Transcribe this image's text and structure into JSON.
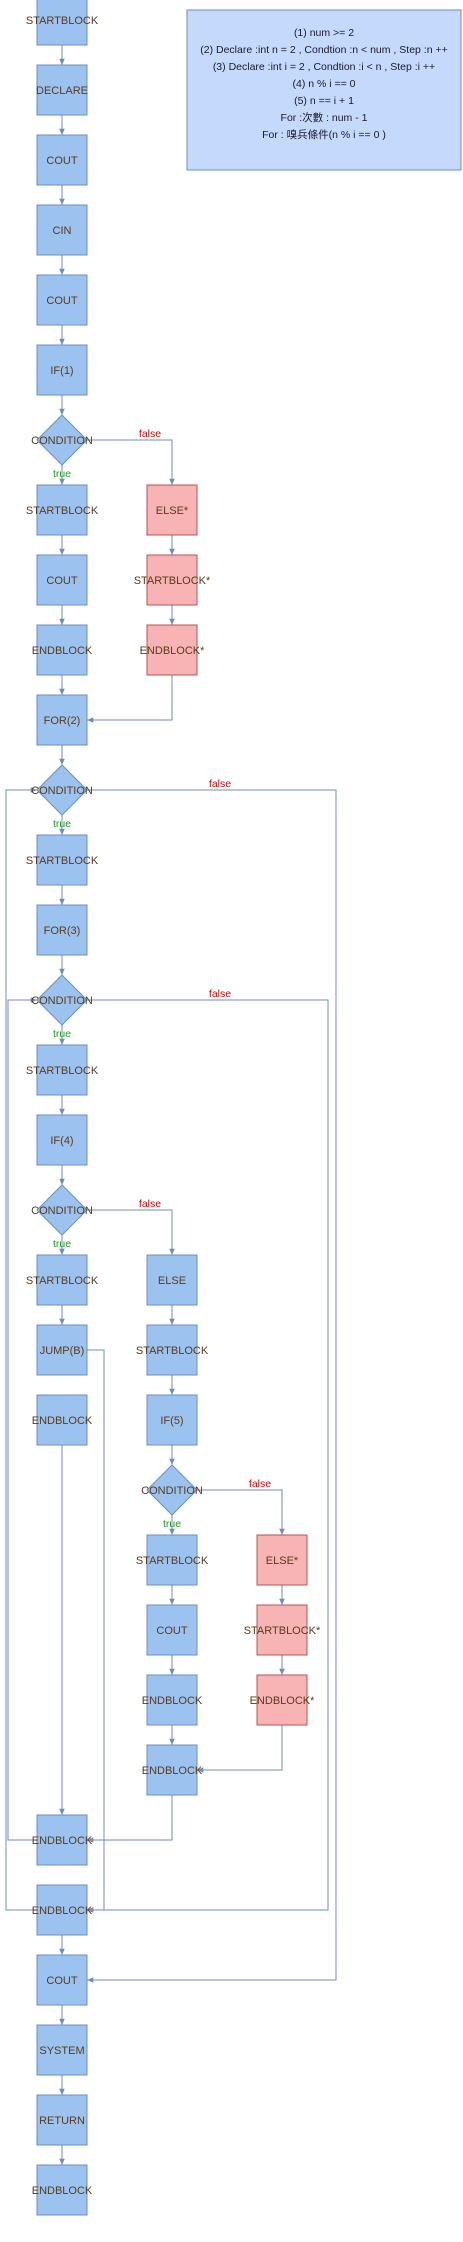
{
  "colors": {
    "node_fill": "#9cc3f0",
    "node_stroke": "#6c8ebf",
    "alt_fill": "#f8b4b4",
    "alt_stroke": "#b85450",
    "edge": "#6c8ebf",
    "legend_fill": "#c4d9fb",
    "true_label": "#1a9a1a",
    "false_label": "#cc0000"
  },
  "legend": {
    "lines": [
      "(1) num >= 2",
      "(2)  Declare :int n = 2  , Condtion :n < num , Step :n ++",
      "(3)  Declare :int i = 2  , Condtion :i < n , Step :i ++",
      "(4) n % i == 0",
      "(5) n == i + 1",
      "For :次數 : num - 1",
      "For : 嗅兵條件(n % i == 0 )"
    ]
  },
  "edge_labels": {
    "true": "true",
    "false": "false"
  },
  "nodes": {
    "n_start": "STARTBLOCK",
    "n_declare": "DECLARE",
    "n_cout1": "COUT",
    "n_cin": "CIN",
    "n_cout2": "COUT",
    "n_if1": "IF(1)",
    "n_cond1": "CONDITION",
    "n_start2": "STARTBLOCK",
    "n_cout3": "COUT",
    "n_end1": "ENDBLOCK",
    "n_else1": "ELSE*",
    "n_start3": "STARTBLOCK*",
    "n_end2": "ENDBLOCK*",
    "n_for2": "FOR(2)",
    "n_cond2": "CONDITION",
    "n_start4": "STARTBLOCK",
    "n_for3": "FOR(3)",
    "n_cond3": "CONDITION",
    "n_start5": "STARTBLOCK",
    "n_if4": "IF(4)",
    "n_cond4": "CONDITION",
    "n_start6": "STARTBLOCK",
    "n_jump": "JUMP(B)",
    "n_end3": "ENDBLOCK",
    "n_else2": "ELSE",
    "n_start7": "STARTBLOCK",
    "n_if5": "IF(5)",
    "n_cond5": "CONDITION",
    "n_start8": "STARTBLOCK",
    "n_cout4": "COUT",
    "n_end4": "ENDBLOCK",
    "n_end5": "ENDBLOCK",
    "n_else3": "ELSE*",
    "n_start9": "STARTBLOCK*",
    "n_end6": "ENDBLOCK*",
    "n_end7": "ENDBLOCK",
    "n_end8": "ENDBLOCK",
    "n_cout5": "COUT",
    "n_system": "SYSTEM",
    "n_return": "RETURN",
    "n_end9": "ENDBLOCK"
  }
}
